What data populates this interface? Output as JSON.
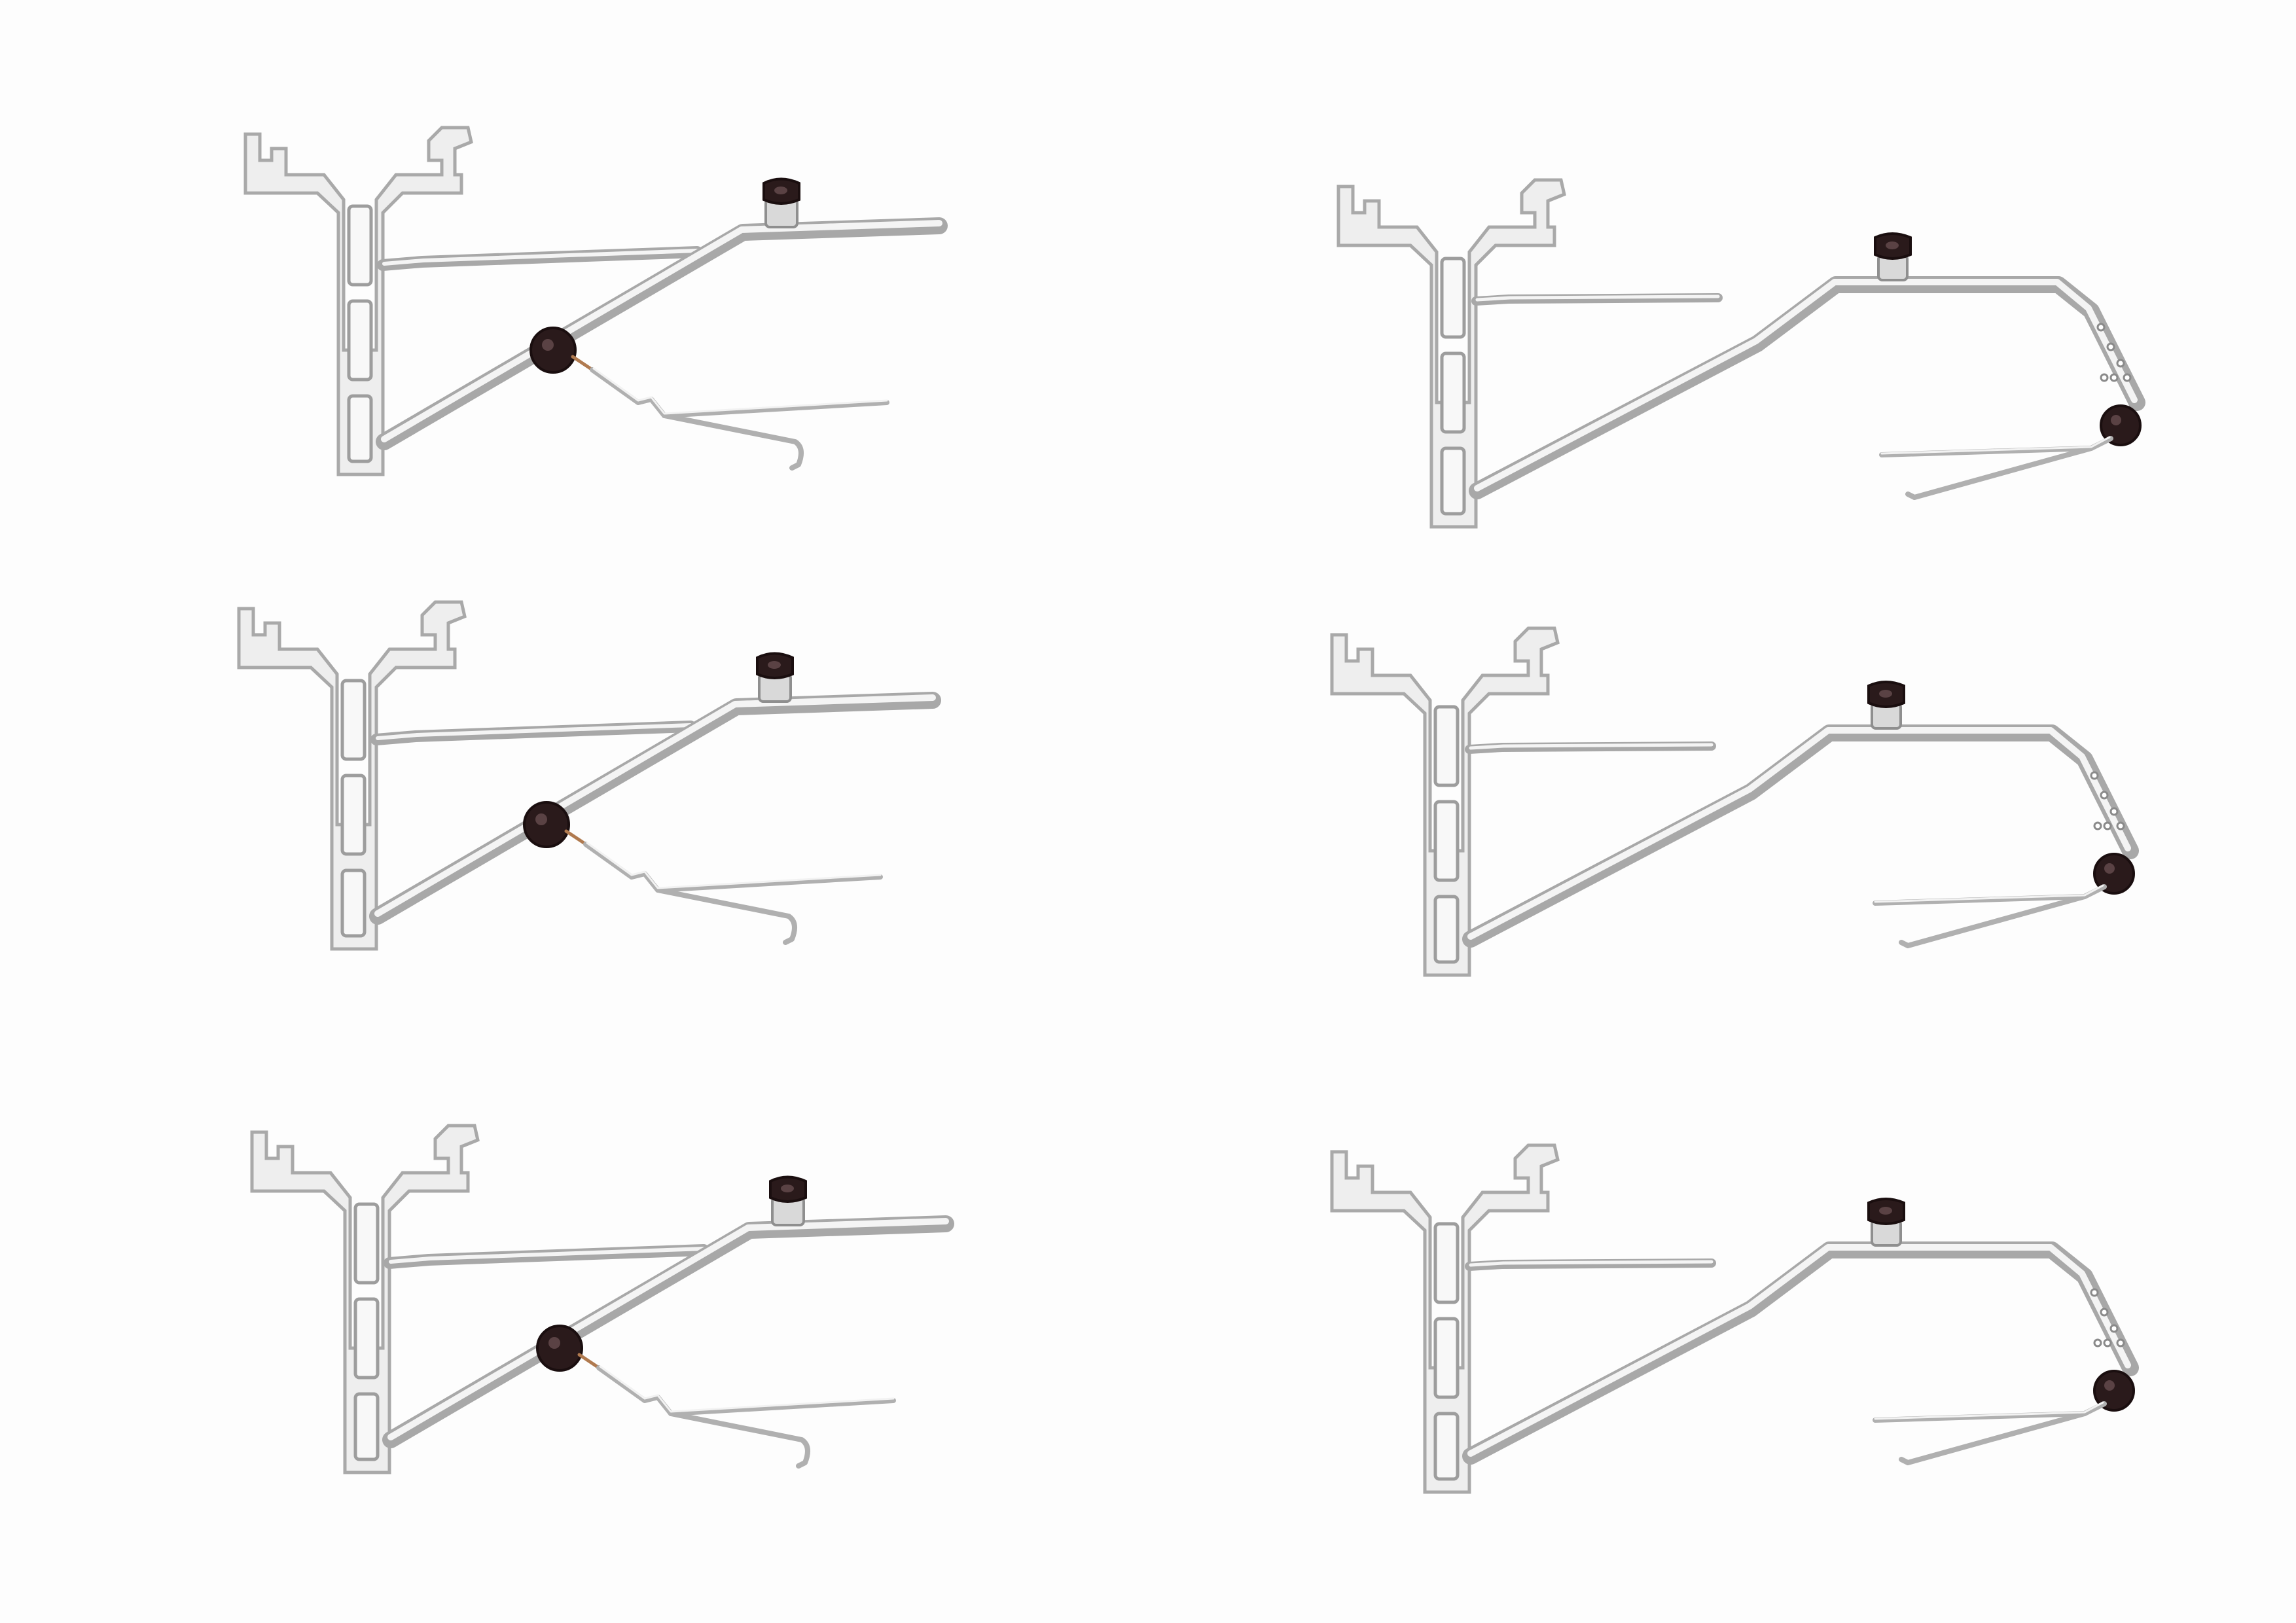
{
  "scene": {
    "background": "#ffffff",
    "subject": "catenary-cantilever-mast-brackets",
    "metal_color": "#e8e8e8",
    "insulator_color": "#2a1a1b"
  },
  "brackets": [
    {
      "variant": "short-arm"
    },
    {
      "variant": "long-arm"
    },
    {
      "variant": "short-arm"
    },
    {
      "variant": "long-arm"
    },
    {
      "variant": "short-arm"
    },
    {
      "variant": "long-arm"
    }
  ]
}
